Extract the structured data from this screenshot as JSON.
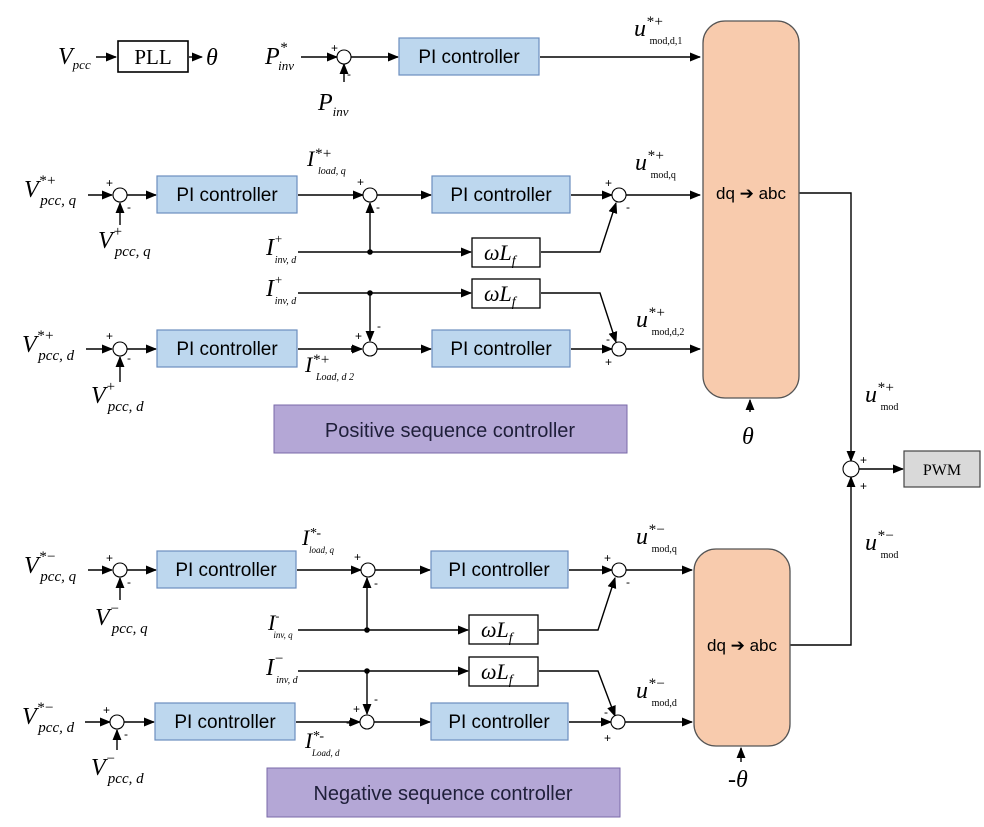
{
  "blocks": {
    "pi_label": "PI controller",
    "omega_l": "ωL",
    "omega_sub": "f",
    "conv_label": "dq ➔ abc",
    "pll_label": "PLL",
    "pwm_label": "PWM",
    "pos_ctrl_label": "Positive sequence controller",
    "neg_ctrl_label": "Negative sequence controller"
  },
  "signals": {
    "vpcc": {
      "main": "V",
      "sub": "pcc"
    },
    "theta": "θ",
    "neg_theta": "-θ",
    "p_inv_ref": {
      "main": "P",
      "sup": "*",
      "sub": "inv"
    },
    "p_inv": {
      "main": "P",
      "sub": "inv"
    },
    "u_mod_d1": {
      "main": "u",
      "sup": "*+",
      "sub": "mod,d,1"
    },
    "u_mod_q_pos": {
      "main": "u",
      "sup": "*+",
      "sub": "mod,q"
    },
    "u_mod_d2": {
      "main": "u",
      "sup": "*+",
      "sub": "mod,d,2"
    },
    "u_mod_pos": {
      "main": "u",
      "sup": "*+",
      "sub": "mod"
    },
    "u_mod_neg": {
      "main": "u",
      "sup": "*−",
      "sub": "mod"
    },
    "u_mod_q_neg": {
      "main": "u",
      "sup": "*−",
      "sub": "mod,q"
    },
    "u_mod_d_neg": {
      "main": "u",
      "sup": "*−",
      "sub": "mod,d"
    },
    "v_ref_q_pos": {
      "main": "V",
      "sup": "*+",
      "sub": "pcc, q"
    },
    "v_q_pos": {
      "main": "V",
      "sup": "+",
      "sub": "pcc, q"
    },
    "i_load_q_pos": {
      "main": "I",
      "sup": "*+",
      "sub": "load, q"
    },
    "i_inv_d_pos_1": {
      "main": "I",
      "sup": "+",
      "sub": "inv, d"
    },
    "i_inv_d_pos_2": {
      "main": "I",
      "sup": "+",
      "sub": "inv, d"
    },
    "v_ref_d_pos": {
      "main": "V",
      "sup": "*+",
      "sub": "pcc, d"
    },
    "v_d_pos": {
      "main": "V",
      "sup": "+",
      "sub": "pcc, d"
    },
    "i_load_d2_pos": {
      "main": "I",
      "sup": "*+",
      "sub": "Load, d 2"
    },
    "v_ref_q_neg": {
      "main": "V",
      "sup": "*−",
      "sub": "pcc, q"
    },
    "v_q_neg": {
      "main": "V",
      "sup": "−",
      "sub": "pcc, q"
    },
    "i_load_q_neg": {
      "main": "I",
      "sup": "*-",
      "sub": "load, q"
    },
    "i_inv_q_neg": {
      "main": "I",
      "sup": "-",
      "sub": "inv, q"
    },
    "i_inv_d_neg": {
      "main": "I",
      "sup": "−",
      "sub": "inv, d"
    },
    "v_ref_d_neg": {
      "main": "V",
      "sup": "*−",
      "sub": "pcc, d"
    },
    "v_d_neg": {
      "main": "V",
      "sup": "−",
      "sub": "pcc, d"
    },
    "i_load_d_neg": {
      "main": "I",
      "sup": "*-",
      "sub": "Load, d"
    }
  },
  "signs": {
    "plus": "+",
    "minus": "-"
  }
}
